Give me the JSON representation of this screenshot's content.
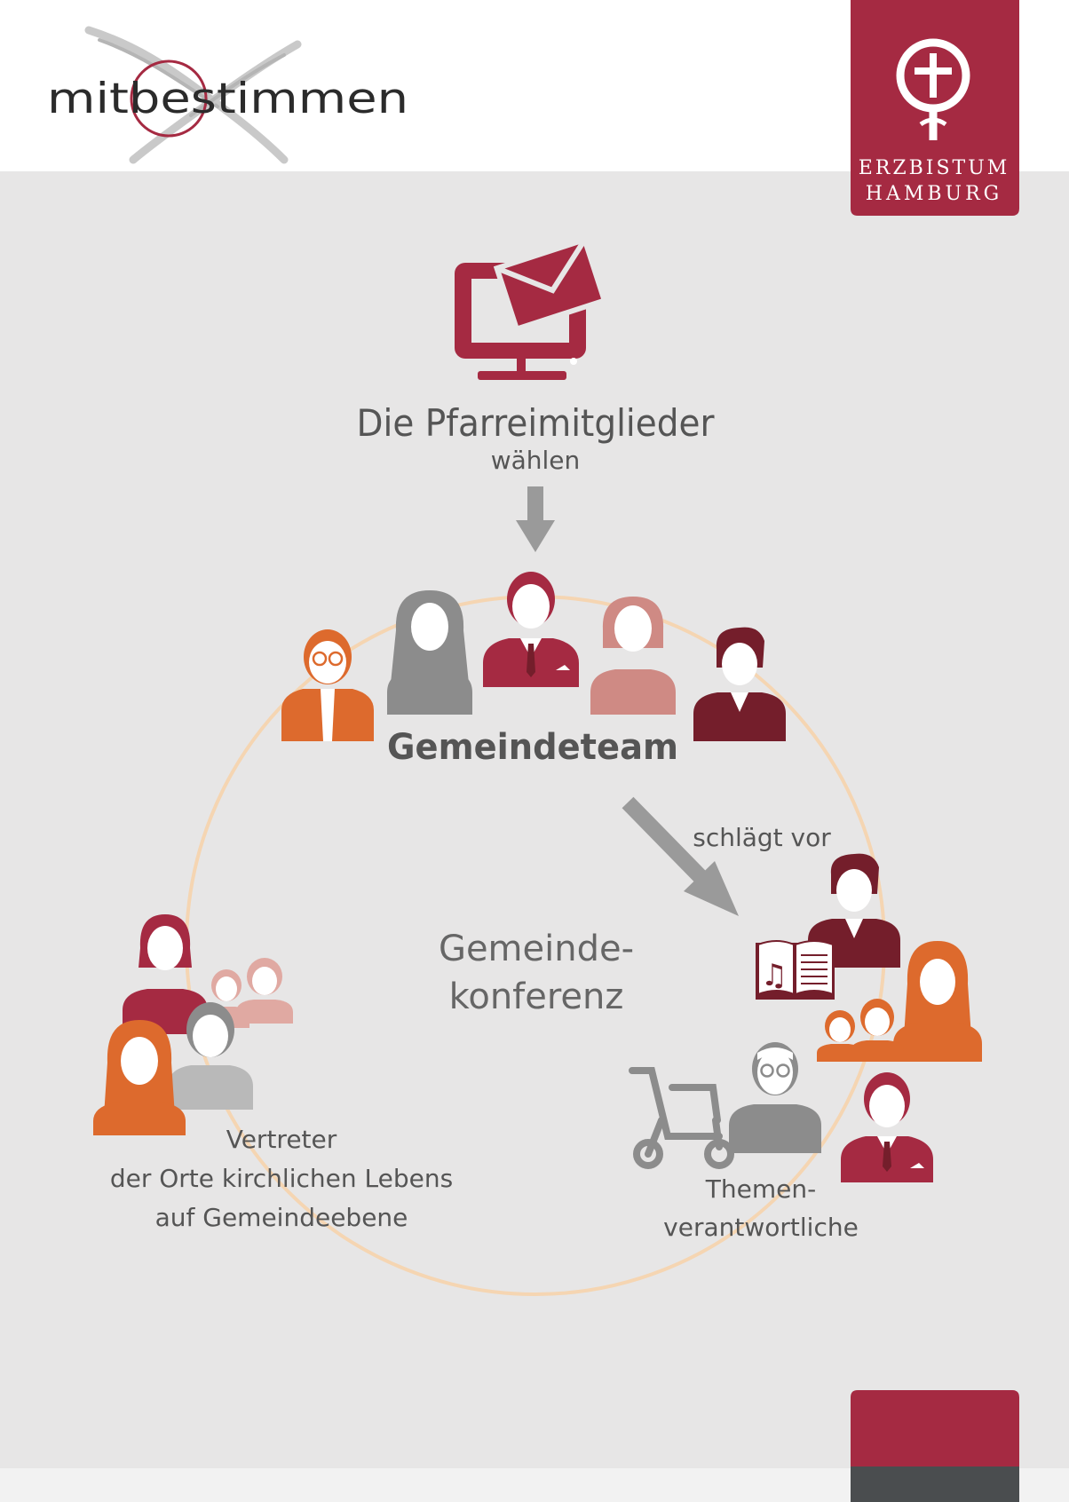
{
  "header": {
    "logo_text": "mitbestimmen",
    "brand_lines": [
      "ERZBISTUM",
      "HAMBURG"
    ]
  },
  "diagram": {
    "voters_label": "Die Pfarreimitglieder",
    "voters_action": "wählen",
    "team_label": "Gemeindeteam",
    "proposes_label": "schlägt vor",
    "conference_label": [
      "Gemeinde-",
      "konferenz"
    ],
    "representatives_label": [
      "Vertreter",
      "der Orte kirchlichen Lebens",
      "auf Gemeindeebene"
    ],
    "topic_leads_label": [
      "Themen-",
      "verantwortliche"
    ]
  },
  "icons": [
    "computer-mail-icon",
    "down-arrow-icon",
    "person-icon",
    "songbook-icon",
    "walker-icon",
    "cross-seal-icon"
  ],
  "colors": {
    "brand_red": "#a52a42",
    "dark_red": "#741e2b",
    "orange": "#dd6a2d",
    "rose": "#cf8a84",
    "pink_light": "#e0a9a2",
    "gray": "#8c8c8c",
    "gray_light": "#b9b9b9",
    "circle": "#f5d5b2",
    "panel": "#e7e6e6",
    "text_gray": "#555555",
    "footer_dark": "#4a4d4f"
  }
}
